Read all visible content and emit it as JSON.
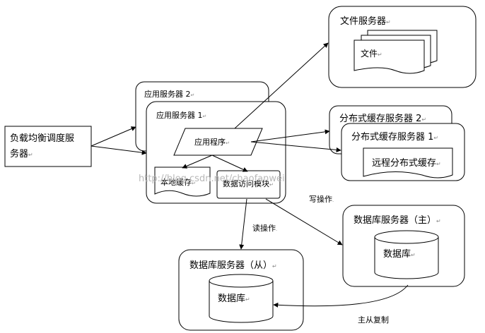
{
  "load_balancer": {
    "label_line1": "负载均衡调度服",
    "label_line2": "务器",
    "mark": "↵"
  },
  "app_server_2": {
    "label": "应用服务器 2",
    "mark": "↵"
  },
  "app_server_1": {
    "label": "应用服务器 1",
    "mark": "↵"
  },
  "application": {
    "label": "应用程序",
    "mark": "↵"
  },
  "local_cache": {
    "label": "本地缓存",
    "mark": "↵"
  },
  "data_access": {
    "label": "数据访问模块",
    "mark": "↵"
  },
  "file_server": {
    "label": "文件服务器",
    "mark": "↵"
  },
  "file_doc": {
    "label": "文件",
    "mark": "↵"
  },
  "cache_server_2": {
    "label": "分布式缓存服务器 2",
    "mark": "↵"
  },
  "cache_server_1": {
    "label": "分布式缓存服务器 1",
    "mark": "↵"
  },
  "remote_cache": {
    "label": "远程分布式缓存",
    "mark": "↵"
  },
  "db_master": {
    "label": "数据库服务器（主）",
    "mark": "↵"
  },
  "db_master_db": {
    "label": "数据库",
    "mark": "↵"
  },
  "db_slave": {
    "label": "数据库服务器（从）",
    "mark": "↵"
  },
  "db_slave_db": {
    "label": "数据库",
    "mark": "↵"
  },
  "edges": {
    "read": "读操作",
    "write": "写操作",
    "replication": "主从复制"
  },
  "watermark": "http://blog.csdn.net/chaofanwei"
}
